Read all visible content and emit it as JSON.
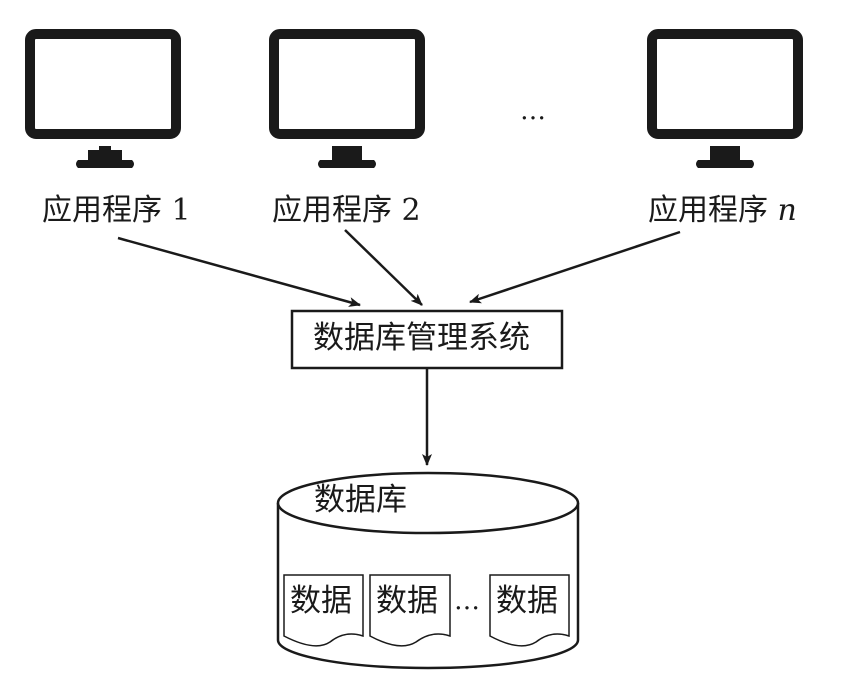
{
  "diagram": {
    "applications": [
      {
        "label": "应用程序",
        "suffix": "1",
        "suffix_italic": false
      },
      {
        "label": "应用程序",
        "suffix": "2",
        "suffix_italic": false
      },
      {
        "label": "应用程序",
        "suffix": "n",
        "suffix_italic": true
      }
    ],
    "ellipsis_apps": "…",
    "dbms_label": "数据库管理系统",
    "database_label": "数据库",
    "data_items": [
      "数据",
      "数据",
      "数据"
    ],
    "ellipsis_data": "…",
    "colors": {
      "stroke": "#1a1a1a",
      "background": "#ffffff"
    }
  }
}
